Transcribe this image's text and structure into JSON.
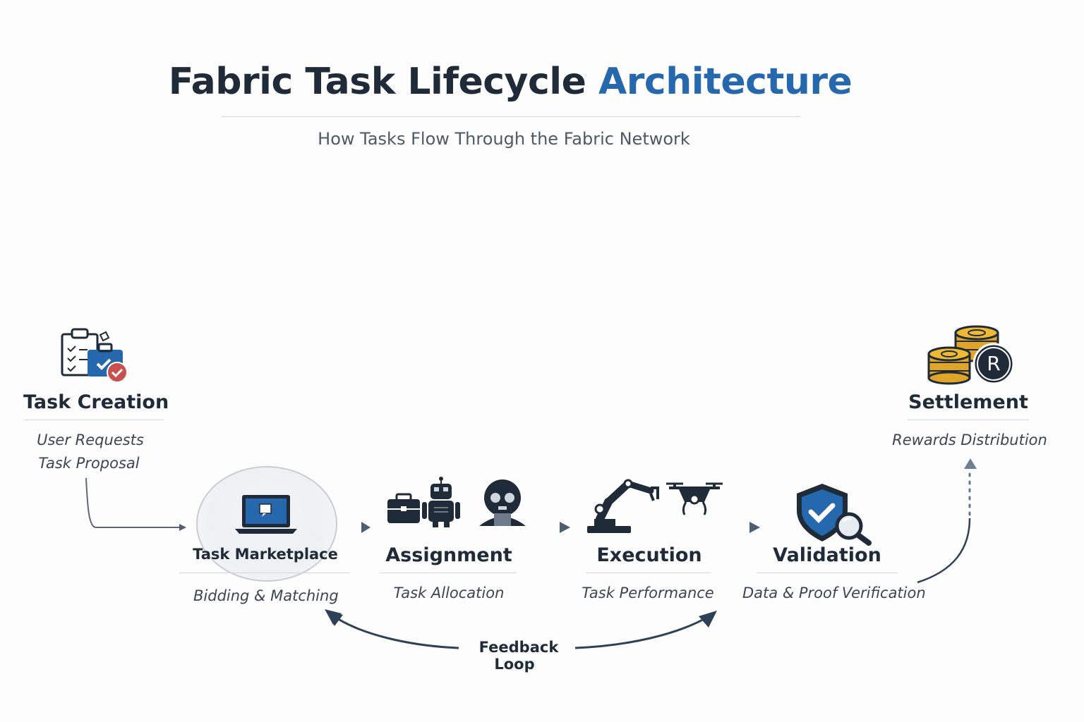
{
  "header": {
    "title_main": "Fabric Task Lifecycle",
    "title_accent": "Architecture",
    "subtitle": "How Tasks Flow Through the Fabric Network"
  },
  "stages": {
    "task_creation": {
      "title": "Task Creation",
      "line1": "User Requests",
      "line2": "Task Proposal"
    },
    "marketplace": {
      "title": "Task Marketplace",
      "sub": "Bidding & Matching"
    },
    "assignment": {
      "title": "Assignment",
      "sub": "Task Allocation"
    },
    "execution": {
      "title": "Execution",
      "sub": "Task Performance"
    },
    "validation": {
      "title": "Validation",
      "sub": "Data & Proof Verification"
    },
    "settlement": {
      "title": "Settlement",
      "sub": "Rewards Distribution",
      "coin_letter": "R"
    }
  },
  "feedback": {
    "label": "Feedback Loop"
  },
  "colors": {
    "accent": "#2568ad",
    "dark": "#1f2b38",
    "arrow": "#4f5f72",
    "gold": "#e0a526",
    "red": "#c8514f"
  }
}
